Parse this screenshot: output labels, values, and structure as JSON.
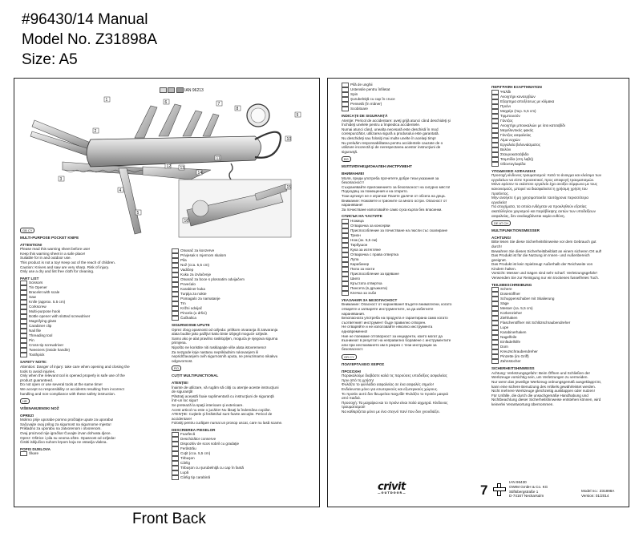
{
  "header": {
    "line1": "#96430/14     Manual",
    "line2": "Model No.   Z31898A",
    "line3": "Size: A5"
  },
  "footer_label": "Front Back",
  "front": {
    "code": "IAN 96213",
    "callouts": [
      "1",
      "2",
      "3",
      "4",
      "5",
      "6",
      "7",
      "8",
      "9",
      "10",
      "11",
      "12",
      "13",
      "14",
      "15",
      "16"
    ],
    "col1": {
      "lang1": "GB  CY",
      "title1": "MULTI-PURPOSE POCKET KNIFE",
      "attention_title": "ATTENTION!",
      "attention_lines": [
        "Please read this warning sheet before use!",
        "Keep this warning sheet in a safe place!",
        "Suitable for in and outdoor use.",
        "This product is not a toy! Keep out of the reach of children.",
        "Caution: Knives and saw are very sharp. Risk of injury.",
        "Only use a dry and lint free cloth for cleaning."
      ],
      "partlist_title": "PART LIST",
      "partlist": [
        "Scissors",
        "Tin Opener",
        "Bracelet with scale",
        "Saw",
        "Knife (approx. 5.5 cm)",
        "Corkscrew",
        "Multi-purpose hook",
        "Bottle opener with slotted screwdriver",
        "Magnifying glass",
        "Carabiner clip",
        "Nail file",
        "Threading tool",
        "Pin",
        "Cross-tip screwdriver",
        "Tweezers (inside handle)",
        "Toothpick"
      ],
      "safety_title": "SAFETY NOTE:",
      "safety_lines": [
        "Attention: Danger of injury: take care when opening and closing the",
        "tools to avoid injuries.",
        "Only when the relevant tool is opened properly is safe use of the",
        "product guaranteed.",
        "Do not open or use several tools at the same time!",
        "We accept no responsibility or accidents resulting from incorrect",
        "handling and non-compliance with these safety instruction."
      ],
      "lang2": "HR",
      "title2": "VIŠENAMJENSKI NOŽ",
      "oprez_title": "OPREZ!",
      "oprez_lines": [
        "Molimo prije uporabe pomno pročitajte upute za uporabu!",
        "Sačuvajte ovaj prilog za sigurnost na sigurnome mjestu!",
        "Prikladno za uporabu na zatvorenom i otvorenom.",
        "Ovaj proizvod nije igračka! Čuvajte izvan dohvata djece.",
        "Oprez: Oštrice i pila su veoma oštre. Opasnost od ozljeda!",
        "Čistiti isključivo suhom krpom koja ne ostavlja vlakna."
      ],
      "popis_title": "POPIS DIJELOVA",
      "popis_first": "Škare"
    },
    "col2": {
      "list_top": [
        "Otvarač za konzerve",
        "Privjesak s mjernom skalom",
        "Pila",
        "Nož (cca. 5,5 cm)",
        "Vadičep",
        "Kuka za izvlačenje",
        "Otvarač za boce s plosnatim odvijačem",
        "Povećalo",
        "Karabiner kuka",
        "Turpija za nokte",
        "Pomagalo za namatanje",
        "Trn",
        "Križni odvijač",
        "Pincela (u dršci)",
        "Čačkalica"
      ],
      "sig_title": "SIGURNOSNE UPUTE",
      "sig_lines": [
        "Oprez zbog opasnosti od ozljeda: prilikom otvaranja ili zatvaranja",
        "alata budite jako pažljivi kako biste izbjegli moguće ozljede.",
        "Samo ako je alat pravilno rasklopljen, moguća je njegova sigurna",
        "primjena.",
        "Nipošto ne koristite niti rasklapajte više alata istovremeno!",
        "Za nezgode koje nastanu neprikladnim rukovanjem ili",
        "nepridržavanjem ovih sigurnosnih uputa, ne preuzimamo nikakvu",
        "odgovornost."
      ],
      "lang3": "RO",
      "title3": "CUŢIT MULTIFUNCTIONAL",
      "atentie_title": "ATENŢIE!",
      "atentie_lines": [
        "Înainte de utilizare, vă rugăm să citiţi cu atenţie aceste instrucţiuni",
        "de siguranţă!",
        "Păstraţi această foaie suplimentară cu instrucţiuni de siguranţă",
        "într-un loc sigur!",
        "Se pretează la spaţii interioare şi exterioare.",
        "Acest articol nu este o jucărie! Nu lăsaţi la îndemâna copiilor.",
        "ATENŢIE: Cuţitele şi ferăstrăul sunt foarte ascuţite. Pericol de",
        "accidentare!",
        "Folosiţi pentru curăţare numai un prosop uscat, care nu lasă scame."
      ],
      "desc_title": "DESCRIEREA PIESELOR",
      "desc_list": [
        "Foarfecă",
        "Deschizător conserve",
        "Dispozitiv de scos sobril cu gradaţie",
        "Ferăstrău",
        "Cuţit (cca. 5,5 cm)",
        "Tirbuşon",
        "Cârlig",
        "Tirbuşon cu şurubelniţă cu cap în fantă",
        "Lupă",
        "Cârlig tip carabină"
      ]
    }
  },
  "back": {
    "col1": {
      "list_top": [
        "Pilă de unghii",
        "Ustensile pentru înfiletat",
        "Spin",
        "Şurubelniţă cu cap în cruce",
        "Pensetă (în mâner)",
        "Scobitoare"
      ],
      "ind_title": "INDICAŢII DE SIGURANŢĂ",
      "ind_lines": [
        "Atenţie: Pericol de accidentare: aveţi grijă atunci când deschideţi şi",
        "închideţi unelele pentru a împiedica accidentele.",
        "Numai atunci când, unealta necesară este deschisă în mod",
        "corespunzător, utilizarea sigură a produsului este garantată.",
        "Nu deschideţi sau folosiţi mai multe unelte în acelaşi timp!",
        "Nu preluăm responsabilitatea pentru accidentele cauzate de o",
        "utilizare incorectă şi de nerespectarea acestor instrucţiuni de",
        "siguranţă."
      ],
      "lang1": "BG",
      "title1": "МУЛТИФУНКЦИОНАЛЕН ИНСТРУМЕНТ",
      "vnimanie_title": "ВНИМАНИЕ!",
      "vnimanie_lines": [
        "Моля, преди употреба прочетете добре тези указания за",
        "безопасност!",
        "Съхранявайте приложението за безопасност на сигурно място!",
        "Подходящ за помещения и на открито.",
        "Този артикул не е играчка! Пазете далече от обсега на деца.",
        "Внимание: Ножовете и трионите са много остри. Опасност от",
        "нараняване!",
        "За почистване използвайте само суха кърпа без власинки."
      ],
      "spisak_title": "СПИСЪК НА ЧАСТИТЕ",
      "spisak": [
        "Ножица",
        "Отварачка за консерви",
        "Приспособление за почистване на люспи със скалиране",
        "Трион",
        "Нож (ок. 5,5 см)",
        "Тирбушон",
        "Кука за изтегляне",
        "Отварачка с права отвертка",
        "Лупа",
        "Карабинер",
        "Пила за нокти",
        "Приспособление за вдяване",
        "Шило",
        "Кръстата отвертка",
        "Пинсета (в дръжката)",
        "Клечка за зъби"
      ],
      "ukaz_title": "УКАЗАНИЯ ЗА БЕЗОПАСНОСТ",
      "ukaz_lines": [
        "Внимание: Опасност от нараняване! Бъдете внимателни, когато",
        "отваряте и затваряте инструментите, за да избегнете",
        "наранявания.",
        "Безопасната употреба на продукта е гарантирана само когато",
        "съответният инструмент бъде правилно отворен.",
        "Не отваряйте и не използвайте няколко инструмента",
        "едновременно!",
        "Ние не поемаме отговорност за инциденти, които могат да",
        "възникнат в резултат на неправилно боравене с инструментите",
        "или при неспазването им в разрез с тези инструкции за",
        "безопасност."
      ],
      "lang2": "GR  CY",
      "title2": "ΠΟΛΥΕΡΓΑΛΕΙΟ ΧΕΙΡΟΣ",
      "prosoxi_title": "ΠΡΟΣΟΧΗ!",
      "prosoxi_lines": [
        "Παρακαλούμε διαβάστε καλά τις παρούσες υποδείξεις ασφαλείας",
        "πριν από τη χρήση!",
        "Φυλάξτε το φυλλάδιο ασφαλείας σε ένα ασφαλές σημείο!",
        "Ενδείκνυται μόνο για εσωτερικούς και εξωτερικούς χώρους.",
        "Το προϊόν αυτό δεν θεωρείται παιχνίδι! Φυλάξτε το προϊόν μακριά",
        "από παιδιά.",
        "Προσοχή: Τα μαχαίρια και το πριόνι είναι πολύ αιχμηρά. Κίνδυνος",
        "τραυματισμού!",
        "Να καθαρίζεται μόνο με ένα στεγνό πανί που δεν χνουδιάζει."
      ],
      "brand": "crivit",
      "brand_sub": "—OUTDOOR—"
    },
    "col2": {
      "per_title": "ΠΕΡΙΓΡΑΦΗ ΕΞΑΡΤΗΜΑΤΩΝ",
      "per_list": [
        "Ψαλίδι",
        "Ανοιχτήρι κονσερβών",
        "Εξαρτημα αποξέσεως με κλίμακα",
        "Πριόνι",
        "Μαχαίρι (περ. 5,5 cm)",
        "Τιρμπουσόν",
        "Γάντζος",
        "Ανοιχτήρι μπουκαλιών με ίσιο κατσαβίδι",
        "Μεγεθυντικός φακός",
        "Γάντζος ασφαλείας",
        "Λίμα νυχιών",
        "Εργαλεία βελονιάσματος",
        "Βελόνι",
        "Σταυροκατσάβιδο",
        "Τσιμπίδα (στη λαβή)",
        "Οδοντογλυφίδα"
      ],
      "ypo_title": "ΥΠΟΔΕΙΞΕΙΣ ΑΣΦΑΛΕΙΑΣ",
      "ypo_lines": [
        "Προσοχή κίνδυνος τραυματισμού: Κατά το άνοιγμα και κλείσιμο των",
        "εργαλείων να είστε προσεκτικοί, προς αποφυγή τραυματισμών.",
        "Μόνο εφόσον το εκάστοτε εργαλείο έχει ανοίξει σύμφωνα με τους",
        "κανονισμούς, μπορεί να διασφαλιστεί η χρήσιμη χρήση του",
        "προϊόντος.",
        "Μην ανοίγετε ή μη χρησιμοποιείτε ταυτόχρονα περισσότερα",
        "εργαλεία!",
        "Για ατυχήματα, τα οποία ενδέχεται να προκληθούν εξαιτίας",
        "ακατάλληλου χειρισμού και παράβλεψης αυτών των υποδείξεων",
        "ασφαλείας, δεν αναλαμβάνεται καμία ευθύνη."
      ],
      "lang1": "DE  AT  CH",
      "title1": "MULTIFUNKTIONSMESSER",
      "acht_title": "ACHTUNG!",
      "acht_lines": [
        "Bitte lesen Sie diese Sicherheitshinweise vor dem Gebrauch gut",
        "durch!",
        "Bewahren Sie dieses Sicherheitsbeiblatt an einem sicheren Ort auf!",
        "Das Produkt ist für die Nutzung im Innen- und Außenbereich",
        "geeignet.",
        "Das Produkt ist kein Spielzeug! Außerhalb der Reichweite von",
        "Kindern halten.",
        "Vorsicht: Messer und Sägen sind sehr scharf. Verletzungsgefahr!",
        "Verwenden Sie zur Reinigung nur ein trockenes fusselfreies Tuch."
      ],
      "teile_title": "TEILEBESCHREIBUNG",
      "teile": [
        "Schere",
        "Dosenöffner",
        "Schuppenschaber mit Skalierung",
        "Säge",
        "Messer (ca. 5,5 cm)",
        "Korkenzieher",
        "Ziehhaken",
        "Flaschenöffner mit Schlitzschraubendreher",
        "Lupe",
        "Karabinerhaken",
        "Nagelfeile",
        "Einfädelhilfe",
        "Dorn",
        "Kreuzschraubendreher",
        "Pinzette (im Griff)",
        "Zahnstocher"
      ],
      "sich_title": "SICHERHEITSHINWEISS",
      "sich_lines": [
        "Achtung: Verletzungsgefahr: Beim Öffnen und Schließen der",
        "Werkzeuge vorsichtig sein, um Verletzungen zu vermeiden.",
        "Nur wenn das jeweilige Werkzeug ordnungsgemäß ausgeklappt ist,",
        "kann eine sichere Benutzung des Artikels gewährleistet werden.",
        "Nicht mehrere Werkzeuge gleichzeitig ausklappen oder nutzen!",
        "Für Unfälle, die durch die unsachgemäße Handhabung und",
        "Nichtbeachtung dieser Sicherheitshinweise entstehen können, wird",
        "keinerlei Verantwortung übernommen."
      ],
      "page_number": "7",
      "ian": "IAN 96430",
      "company1": "OWIM GmbH & Co. KG",
      "company2": "Stiftsbergstraße 1",
      "company3": "D-74167 Neckarsulm",
      "model": "Model no.: Z31898A",
      "version": "Version: 01/2014"
    }
  }
}
